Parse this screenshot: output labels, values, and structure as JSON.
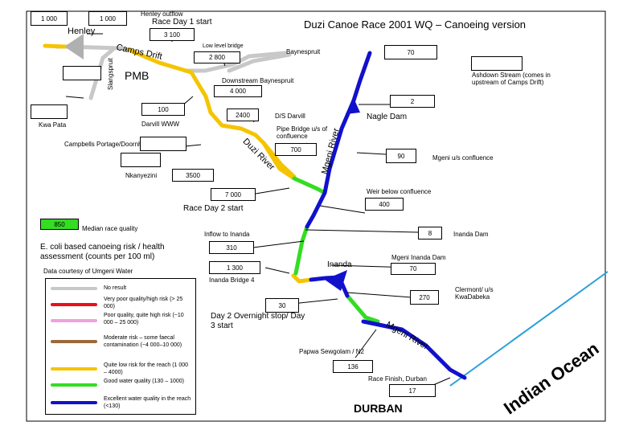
{
  "title": "Duzi Canoe Race 2001 WQ – Canoeing version",
  "labels": {
    "henley_outflow": "Henley outflow",
    "race_day1_start": "Race Day 1 start",
    "henley": "Henley",
    "camps_drift": "Camps Drift",
    "slangspruit": "Slangspruit",
    "pmb": "PMB",
    "low_level_bridge": "Low level bridge",
    "baynespruit": "Baynespruit",
    "downstream_baynespruit": "Downstream Baynespruit",
    "ashdown": "Ashdown Stream (comes in upstream of Camps Drift)",
    "kwa_pata": "Kwa Pata",
    "darvill_www": "Darvill WWW",
    "ds_darvill": "D/S Darvill",
    "nagle_dam": "Nagle Dam",
    "pipe_bridge": "Pipe Bridge u/s of confluence",
    "campbells": "Campbells Portage/Doornhoek",
    "duzi_river": "Duzi River",
    "mgeni_river_upper": "Mgeni River",
    "mgeni_confluence": "Mgeni u/s confluence",
    "nkanyezini": "Nkanyezini",
    "weir": "Weir below confluence",
    "race_day2_start": "Race Day 2 start",
    "inflow_inanda": "Inflow to Inanda",
    "inanda_dam": "Inanda Dam",
    "mgeni_inanda_dam": "Mgeni Inanda Dam",
    "inanda": "Inanda",
    "inanda_bridge": "Inanda Bridge 4",
    "clermont": "Clermont/ u/s KwaDabeka",
    "overnight": "Day 2 Overnight stop/ Day 3 start",
    "mgeni_river_lower": "Mgeni River",
    "papwa": "Papwa Sewgolam / N2",
    "race_finish": "Race Finish, Durban",
    "durban": "DURBAN",
    "indian_ocean": "Indian Ocean"
  },
  "values": {
    "henley_left": "1 000",
    "henley_right": "1 000",
    "race_day1": "3 100",
    "low_level_bridge": "2 800",
    "baynespruit": "70",
    "downstream_baynespruit": "4 000",
    "ashdown": "2",
    "kwa_pata": "",
    "darvill": "100",
    "ds_darvill": "2400",
    "pipe_bridge": "700",
    "mgeni_confluence": "90",
    "nkanyezini": "3500",
    "slangspruit": "",
    "race_day2": "7 000",
    "weir": "400",
    "inflow_inanda": "310",
    "inanda_dam": "8",
    "mgeni_inanda_dam": "70",
    "inanda_bridge": "1 300",
    "clermont": "270",
    "overnight": "30",
    "papwa": "136",
    "race_finish": "17"
  },
  "legend": {
    "sample_value": "850",
    "sample_label": "Median race quality",
    "heading": "E. coli based  canoeing  risk / health assessment (counts per 100 ml)",
    "courtesy": "Data courtesy of Umgeni Water",
    "items": [
      {
        "color": "#c8c8c8",
        "label": "No result"
      },
      {
        "color": "#e8101a",
        "label": "Very poor quality/high risk (> 25 000)"
      },
      {
        "color": "#f0a0e0",
        "label": "Poor quality, quite high risk (~10 000 – 25 000)"
      },
      {
        "color": "#9a6a3a",
        "label": "Moderate risk – some faecal contamination (~4 000–10 000)"
      },
      {
        "color": "#f5c400",
        "label": "Quite low risk for the reach (1 000 – 4000)"
      },
      {
        "color": "#33dd22",
        "label": "Good water quality (130 – 1000)"
      },
      {
        "color": "#1111cc",
        "label": "Excellent water quality in the reach (<130)"
      }
    ]
  },
  "colors": {
    "yellow": "#f5c400",
    "green": "#33dd22",
    "blue": "#1111cc",
    "grey": "#c8c8c8",
    "ocean_line": "#2a9fd8"
  }
}
